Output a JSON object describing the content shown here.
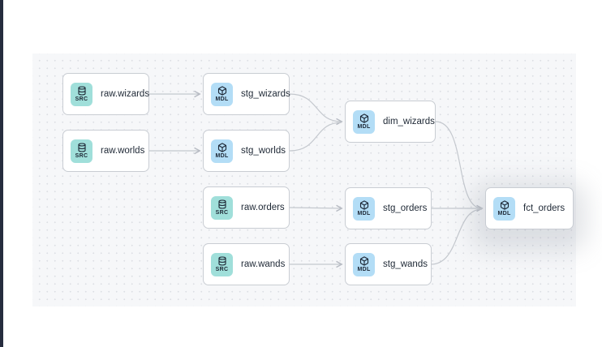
{
  "canvas": {
    "background": "#f6f7f9",
    "dot_color": "#dcdfe4"
  },
  "palette": {
    "source_badge_bg": "#a0dfda",
    "model_badge_bg": "#b3ddf6",
    "badge_text": "#1c2634",
    "node_border": "#c9cdd3",
    "node_label_text": "#1e2835",
    "edge": "#c2c6cc",
    "left_strip": "#262c3e"
  },
  "nodes": [
    {
      "id": "raw.wizards",
      "label": "raw.wizards",
      "badge": "SRC",
      "kind": "source",
      "icon": "database-icon"
    },
    {
      "id": "stg_wizards",
      "label": "stg_wizards",
      "badge": "MDL",
      "kind": "model",
      "icon": "cube-icon"
    },
    {
      "id": "raw.worlds",
      "label": "raw.worlds",
      "badge": "SRC",
      "kind": "source",
      "icon": "database-icon"
    },
    {
      "id": "stg_worlds",
      "label": "stg_worlds",
      "badge": "MDL",
      "kind": "model",
      "icon": "cube-icon"
    },
    {
      "id": "raw.orders",
      "label": "raw.orders",
      "badge": "SRC",
      "kind": "source",
      "icon": "database-icon"
    },
    {
      "id": "stg_orders",
      "label": "stg_orders",
      "badge": "MDL",
      "kind": "model",
      "icon": "cube-icon"
    },
    {
      "id": "raw.wands",
      "label": "raw.wands",
      "badge": "SRC",
      "kind": "source",
      "icon": "database-icon"
    },
    {
      "id": "stg_wands",
      "label": "stg_wands",
      "badge": "MDL",
      "kind": "model",
      "icon": "cube-icon"
    },
    {
      "id": "dim_wizards",
      "label": "dim_wizards",
      "badge": "MDL",
      "kind": "model",
      "icon": "cube-icon"
    },
    {
      "id": "fct_orders",
      "label": "fct_orders",
      "badge": "MDL",
      "kind": "model",
      "icon": "cube-icon",
      "highlighted": true
    }
  ],
  "edges": [
    {
      "from": "raw.wizards",
      "to": "stg_wizards"
    },
    {
      "from": "raw.worlds",
      "to": "stg_worlds"
    },
    {
      "from": "raw.orders",
      "to": "stg_orders"
    },
    {
      "from": "raw.wands",
      "to": "stg_wands"
    },
    {
      "from": "stg_wizards",
      "to": "dim_wizards"
    },
    {
      "from": "stg_worlds",
      "to": "dim_wizards"
    },
    {
      "from": "dim_wizards",
      "to": "fct_orders"
    },
    {
      "from": "stg_orders",
      "to": "fct_orders"
    },
    {
      "from": "stg_wands",
      "to": "fct_orders"
    }
  ]
}
